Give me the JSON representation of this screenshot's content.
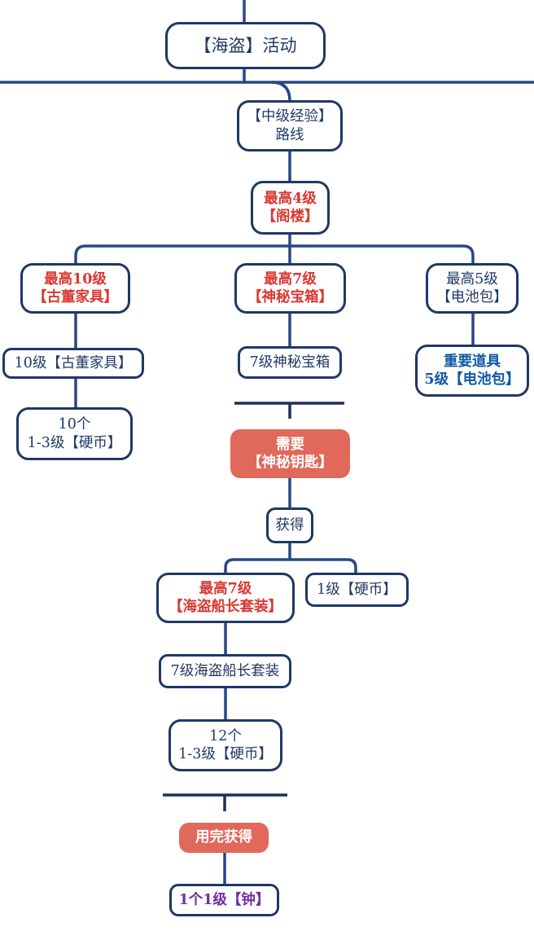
{
  "diagram": {
    "kind": "flowchart-mindmap",
    "colors": {
      "box_border_navy": "#1f3864",
      "connector_blue": "#2a4685",
      "separator_navy": "#1f2f56",
      "highlight_red_text": "#d93832",
      "salmon_fill": "#e0695c",
      "important_blue_text": "#1057a7",
      "purple_text": "#7030a0",
      "background": "#ffffff"
    },
    "nodes": {
      "title": {
        "text": "【海盗】活动"
      },
      "route": {
        "line1": "【中级经验】",
        "line2": "路线"
      },
      "attic": {
        "line1": "最高4级",
        "line2": "【阁楼】"
      },
      "antique_max": {
        "line1": "最高10级",
        "line2": "【古董家具】"
      },
      "mystery_max": {
        "line1": "最高7级",
        "line2": "【神秘宝箱】"
      },
      "battery_max": {
        "line1": "最高5级",
        "line2": "【电池包】"
      },
      "antique_10": {
        "text": "10级【古董家具】"
      },
      "coins_10": {
        "line1": "10个",
        "line2": "1-3级【硬币】"
      },
      "mystery_7": {
        "text": "7级神秘宝箱"
      },
      "battery_item": {
        "line1": "重要道具",
        "line2": "5级【电池包】"
      },
      "need_key": {
        "line1": "需要",
        "line2": "【神秘钥匙】"
      },
      "obtain": {
        "text": "获得"
      },
      "captain_max": {
        "line1": "最高7级",
        "line2": "【海盗船长套装】"
      },
      "coin_1": {
        "text": "1级【硬币】"
      },
      "captain_7": {
        "text": "7级海盗船长套装"
      },
      "coins_12": {
        "line1": "12个",
        "line2": "1-3级【硬币】"
      },
      "used_up": {
        "text": "用完获得"
      },
      "clock": {
        "text": "1个1级【钟】"
      }
    }
  }
}
